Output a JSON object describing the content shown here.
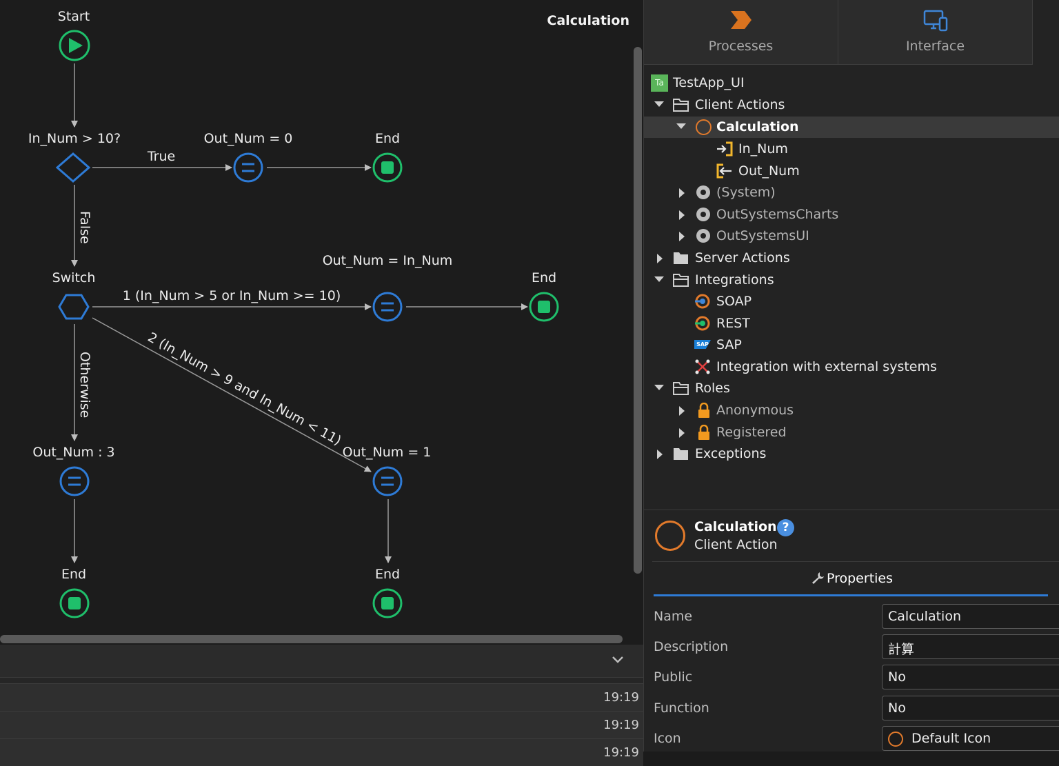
{
  "canvas": {
    "title": "Calculation",
    "nodes": {
      "start": "Start",
      "if_label": "In_Num > 10?",
      "assign_top": "Out_Num = 0",
      "end_top": "End",
      "switch_label": "Switch",
      "assign_mid": "Out_Num = In_Num",
      "end_mid": "End",
      "assign_left": "Out_Num : 3",
      "assign_right": "Out_Num = 1",
      "end_left": "End",
      "end_right": "End"
    },
    "edges": {
      "true": "True",
      "false": "False",
      "case1": "1 (In_Num > 5 or In_Num >= 10)",
      "case2": "2 (In_Num > 9 and In_Num < 11)",
      "otherwise": "Otherwise"
    }
  },
  "bottom_panel": {
    "rows": [
      "19:19",
      "19:19",
      "19:19"
    ]
  },
  "top_tabs": [
    {
      "label": "Processes",
      "icon": "processes-icon"
    },
    {
      "label": "Interface",
      "icon": "interface-icon"
    }
  ],
  "tree": {
    "app": "TestApp_UI",
    "app_badge": "Ta",
    "client_actions": "Client Actions",
    "calculation": "Calculation",
    "in_num": "In_Num",
    "out_num": "Out_Num",
    "system": "(System)",
    "charts": "OutSystemsCharts",
    "ui": "OutSystemsUI",
    "server_actions": "Server Actions",
    "integrations": "Integrations",
    "soap": "SOAP",
    "rest": "REST",
    "sap": "SAP",
    "sap_badge": "SAP",
    "external": "Integration with external systems",
    "roles": "Roles",
    "anonymous": "Anonymous",
    "registered": "Registered",
    "exceptions": "Exceptions"
  },
  "details": {
    "name": "Calculation",
    "type": "Client Action",
    "help": "?",
    "tab": "Properties",
    "properties": {
      "name_label": "Name",
      "name_value": "Calculation",
      "desc_label": "Description",
      "desc_value": "計算",
      "public_label": "Public",
      "public_value": "No",
      "function_label": "Function",
      "function_value": "No",
      "icon_label": "Icon",
      "icon_value": "Default Icon"
    }
  },
  "colors": {
    "start_end": "#1fbf6b",
    "assign": "#2e7bd6",
    "accent": "#e27a2b"
  }
}
